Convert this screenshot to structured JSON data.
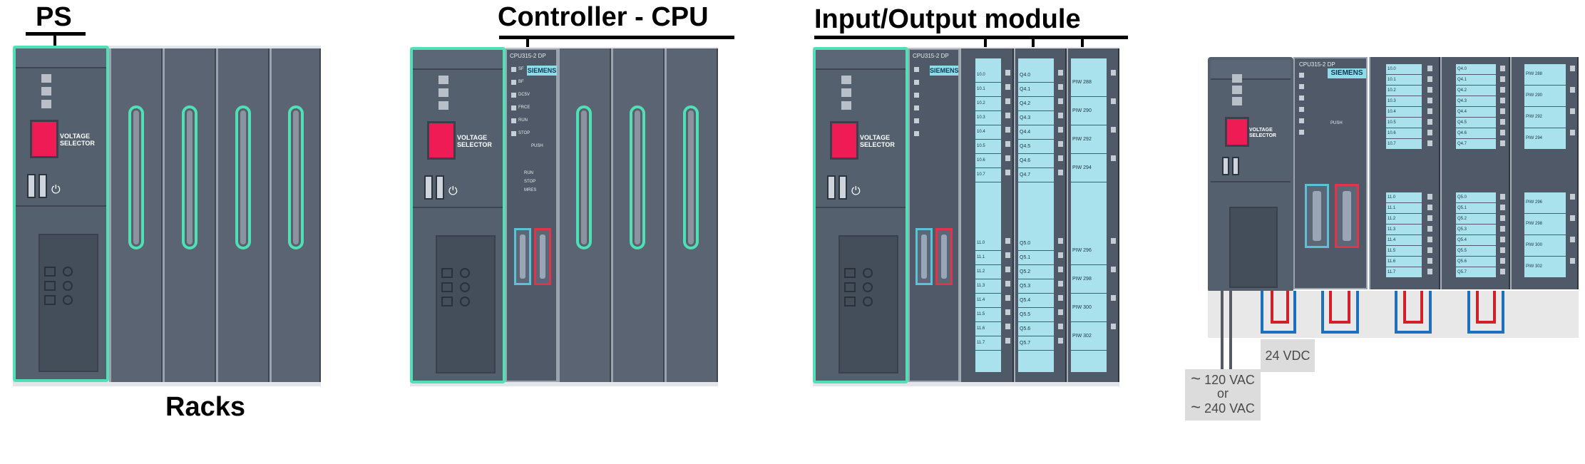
{
  "labels": {
    "ps": "PS",
    "racks": "Racks",
    "cpu": "Controller - CPU",
    "io": "Input/Output module"
  },
  "cpu_module": {
    "brand": "SIEMENS",
    "model_a": "CPU315-2 DP",
    "model_b": "CPU315-2 DP",
    "status_leds": [
      "SF",
      "BF",
      "DC5V",
      "FRCE",
      "RUN",
      "STOP"
    ],
    "mode_labels": [
      "RUN",
      "STOP",
      "MRES"
    ],
    "push_label": "PUSH"
  },
  "power_supply": {
    "selector_label_1": "VOLTAGE",
    "selector_label_2": "SELECTOR"
  },
  "digital_input_addrs": [
    "10.0",
    "10.1",
    "10.2",
    "10.3",
    "10.4",
    "10.5",
    "10.6",
    "10.7",
    "11.0",
    "11.1",
    "11.2",
    "11.3",
    "11.4",
    "11.5",
    "11.6",
    "11.7"
  ],
  "digital_output_addrs": [
    "Q4.0",
    "Q4.1",
    "Q4.2",
    "Q4.3",
    "Q4.4",
    "Q4.5",
    "Q4.6",
    "Q4.7",
    "Q5.0",
    "Q5.1",
    "Q5.2",
    "Q5.3",
    "Q5.4",
    "Q5.5",
    "Q5.6",
    "Q5.7"
  ],
  "analog_addrs": [
    "PIW 288",
    "PIW 290",
    "PIW 292",
    "PIW 294",
    "PIW 296",
    "PIW 298",
    "PIW 300",
    "PIW 302"
  ],
  "supply": {
    "dc": "24 VDC",
    "ac_line1": "120 VAC",
    "ac_or": "or",
    "ac_line2": "240 VAC",
    "ac_symbol": "~"
  },
  "colors": {
    "highlight": "#4fe0b6",
    "module_body": "#55606f",
    "selector_red": "#ee1b55",
    "io_light_blue": "#a9e2ec",
    "wire_red": "#d0202a",
    "wire_blue": "#1f6fc0"
  }
}
